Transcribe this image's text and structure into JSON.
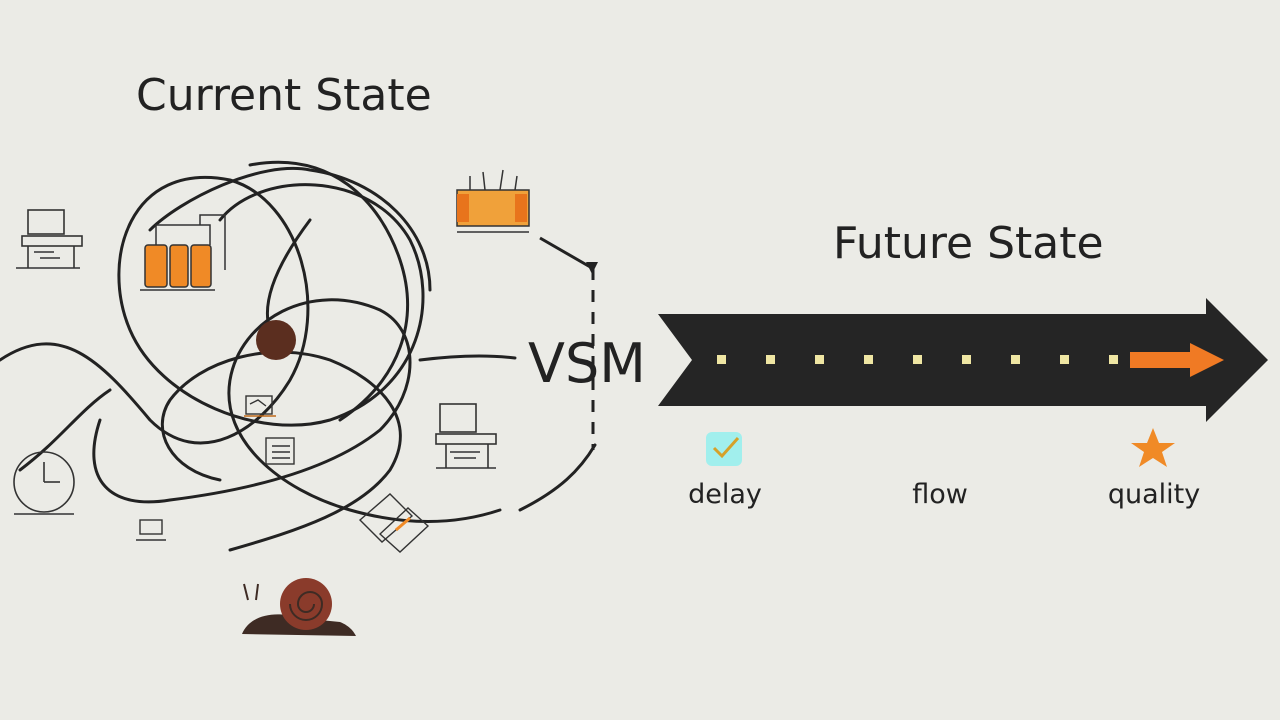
{
  "diagram": {
    "current_state_title": "Current State",
    "future_state_title": "Future State",
    "center_label": "VSM",
    "arrow_icon": "small-orange-arrow-icon",
    "colors": {
      "background": "#ebebe6",
      "ink": "#222222",
      "accent": "#f07a24",
      "dot": "#efe6a3",
      "snail_shell": "#8a3b2b",
      "snail_body": "#3e2b24"
    },
    "benefits": [
      {
        "label": "delay",
        "icon": "checkmark-badge-icon"
      },
      {
        "label": "flow",
        "icon": ""
      },
      {
        "label": "quality",
        "icon": "star-icon"
      }
    ],
    "current_state_icons": [
      "workstation-icon",
      "storage-tanks-icon",
      "production-boxes-icon",
      "clock-icon",
      "document-icon",
      "checklist-icon",
      "control-panel-icon",
      "small-tool-icon",
      "scattered-papers-icon",
      "snail-icon",
      "bottleneck-ball-icon"
    ]
  }
}
